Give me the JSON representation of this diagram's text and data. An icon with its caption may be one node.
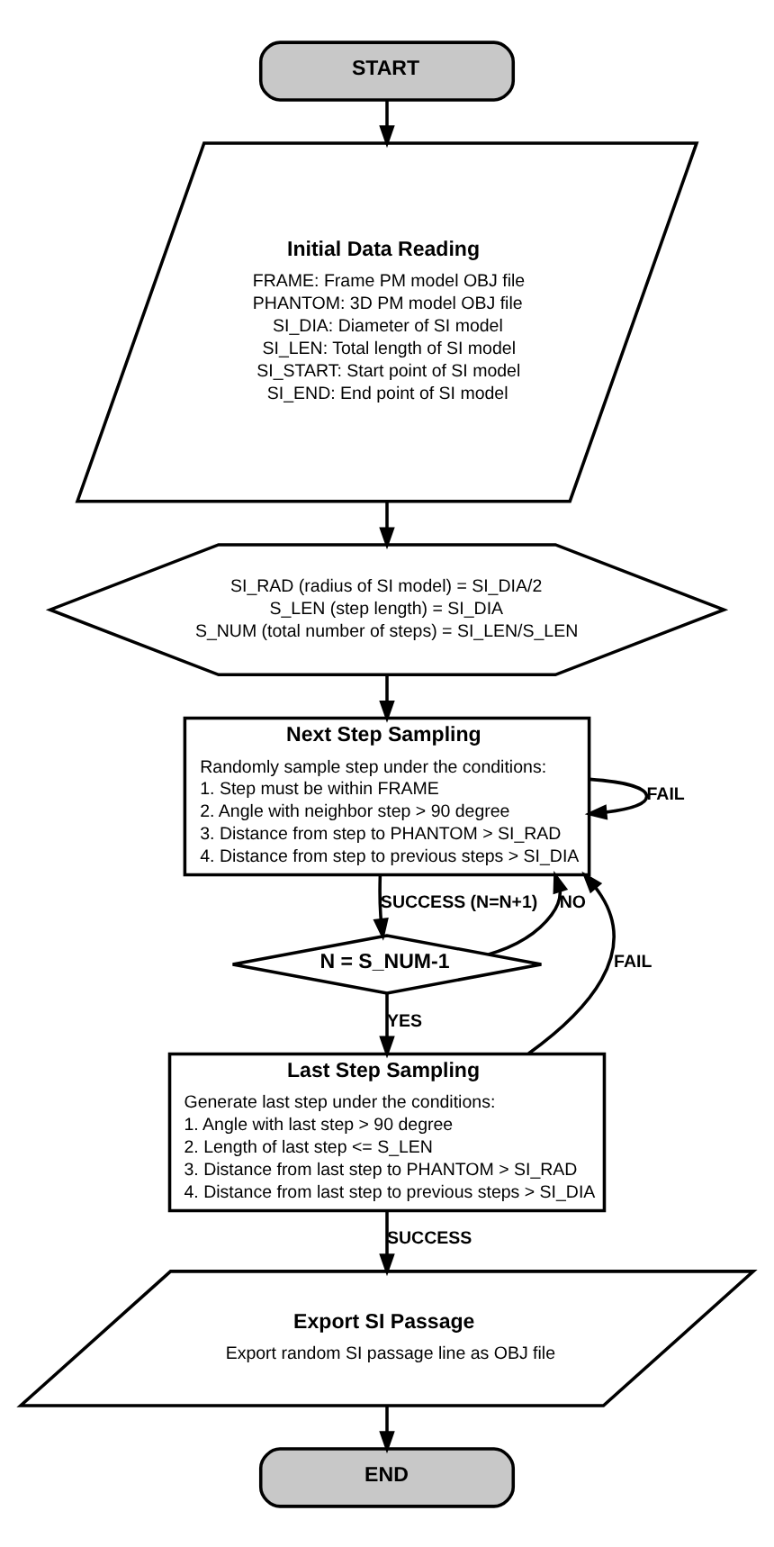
{
  "diagram": {
    "nodes": [
      {
        "text": [
          "START"
        ]
      },
      {
        "text": [
          "Initial Data Reading",
          "FRAME: Frame PM model OBJ file",
          "PHANTOM: 3D PM model OBJ file",
          "SI_DIA: Diameter of SI model",
          "SI_LEN: Total length of SI model",
          "SI_START: Start point of SI model",
          "SI_END: End point of SI model"
        ]
      },
      {
        "text": [
          "SI_RAD (radius of SI model) = SI_DIA/2",
          "S_LEN (step length) = SI_DIA",
          "S_NUM (total number of steps) = SI_LEN/S_LEN"
        ]
      },
      {
        "text": [
          "Next Step Sampling",
          "Randomly sample step under the conditions:",
          "1. Step must be within FRAME",
          "2. Angle with neighbor step > 90 degree",
          "3. Distance from step to PHANTOM > SI_RAD",
          "4. Distance from step to previous steps > SI_DIA"
        ]
      },
      {
        "text": [
          "N = S_NUM-1"
        ]
      },
      {
        "text": [
          "Last Step Sampling",
          "Generate last step under the conditions:",
          "1. Angle with last step > 90 degree",
          "2. Length of last step <= S_LEN",
          "3. Distance from last step to PHANTOM > SI_RAD",
          "4. Distance from last step to previous steps > SI_DIA"
        ]
      },
      {
        "text": [
          "Export SI Passage",
          "Export random SI passage line as OBJ file"
        ]
      },
      {
        "text": [
          "END"
        ]
      }
    ],
    "edges": [
      {
        "from": 0,
        "to": 1,
        "arrow": "to"
      },
      {
        "from": 1,
        "to": 2,
        "arrow": "to"
      },
      {
        "from": 2,
        "to": 3,
        "arrow": "to"
      },
      {
        "from": 3,
        "to": 4,
        "arrow": "to",
        "label": "SUCCESS (N=N+1)"
      },
      {
        "from": 3,
        "to": 3,
        "arrow": "to",
        "label": "FAIL"
      },
      {
        "from": 4,
        "to": 3,
        "arrow": "to",
        "label": "NO"
      },
      {
        "from": 4,
        "to": 5,
        "arrow": "to",
        "label": "YES"
      },
      {
        "from": 5,
        "to": 6,
        "arrow": "to",
        "label": "SUCCESS"
      },
      {
        "from": 5,
        "to": 3,
        "arrow": "to",
        "label": "FAIL"
      },
      {
        "from": 6,
        "to": 7,
        "arrow": "to"
      }
    ]
  }
}
